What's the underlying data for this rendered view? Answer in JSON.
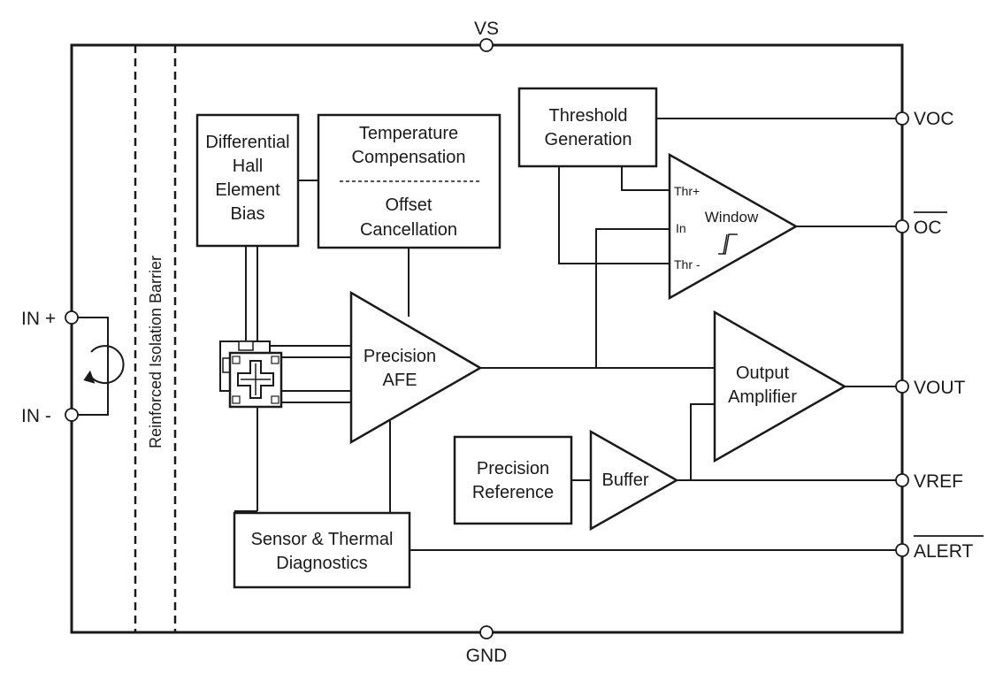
{
  "pins": {
    "vs": "VS",
    "gnd": "GND",
    "voc": "VOC",
    "oc": "OC",
    "vout": "VOUT",
    "vref": "VREF",
    "alert": "ALERT",
    "in_plus": "IN +",
    "in_minus": "IN -"
  },
  "barrier": "Reinforced Isolation Barrier",
  "blocks": {
    "hall_bias": [
      "Differential",
      "Hall",
      "Element",
      "Bias"
    ],
    "temp_comp": [
      "Temperature",
      "Compensation"
    ],
    "offset_cancel": [
      "Offset",
      "Cancellation"
    ],
    "threshold": [
      "Threshold",
      "Generation"
    ],
    "precision_afe": [
      "Precision",
      "AFE"
    ],
    "output_amp": [
      "Output",
      "Amplifier"
    ],
    "precision_ref": [
      "Precision",
      "Reference"
    ],
    "buffer": "Buffer",
    "diagnostics": [
      "Sensor & Thermal",
      "Diagnostics"
    ]
  },
  "comparator": {
    "title": "Window",
    "thr_plus": "Thr+",
    "in": "In",
    "thr_minus": "Thr -"
  }
}
